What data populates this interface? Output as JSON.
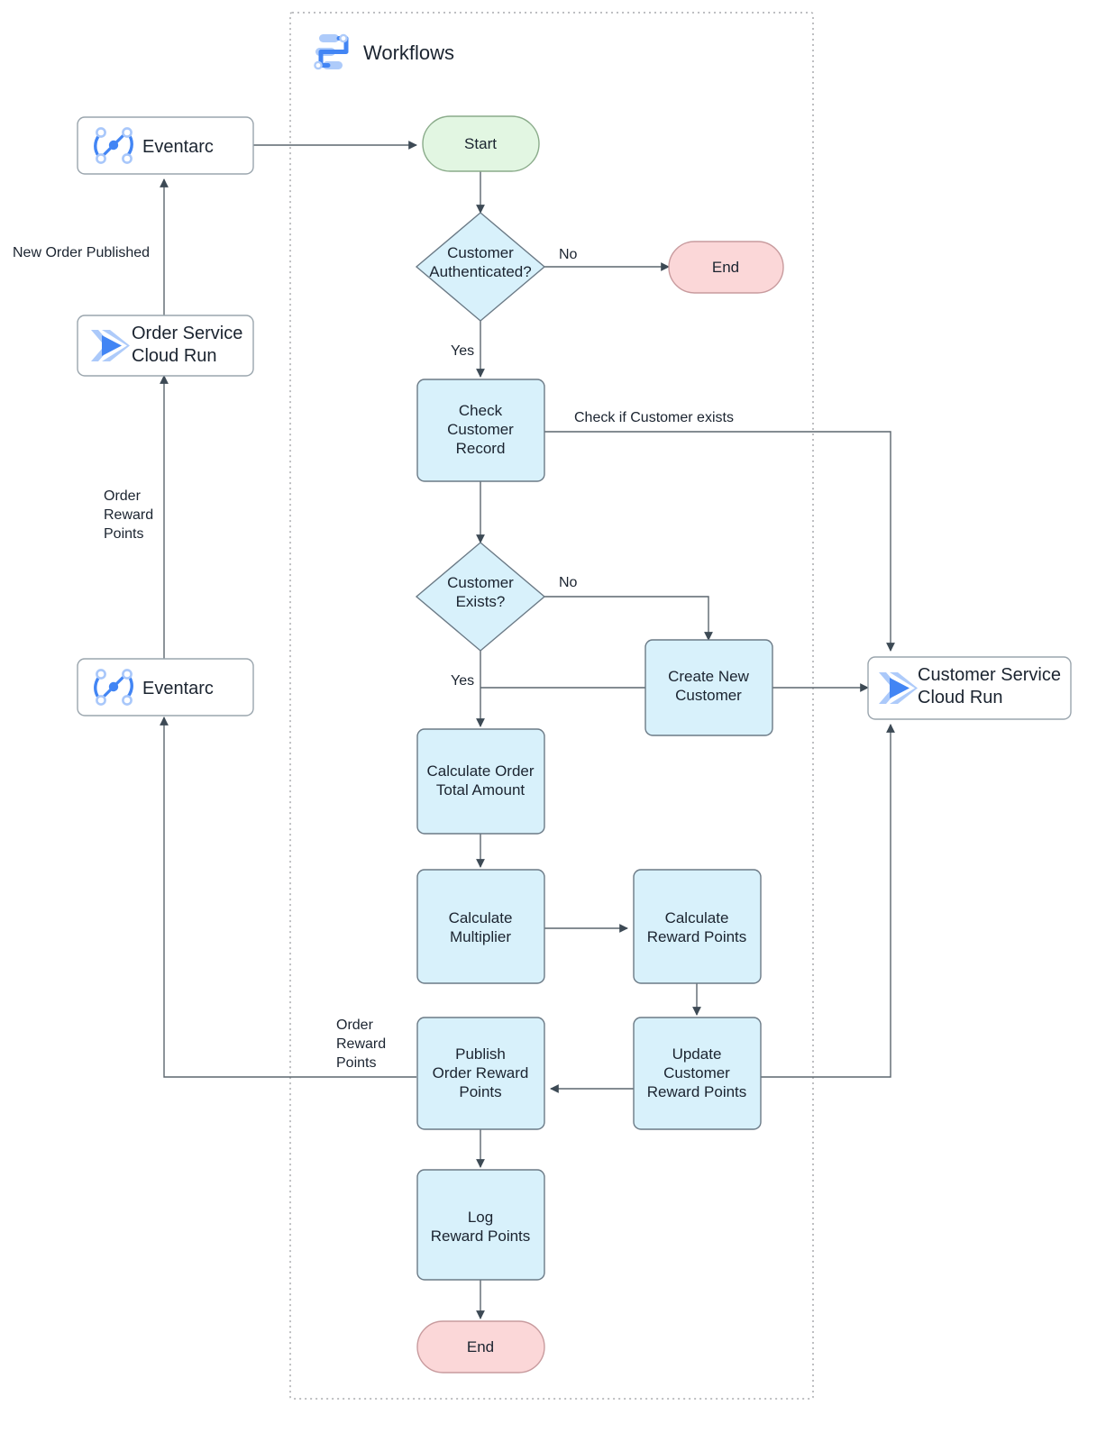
{
  "diagram": {
    "title": "Workflows",
    "container_label": "Workflows",
    "colors": {
      "process_fill": "#d8f1fb",
      "start_fill": "#e2f6e2",
      "end_fill": "#fbd7d8",
      "plain_fill": "#ffffff",
      "edge_stroke": "#5c666e",
      "container_stroke": "#a8aaad",
      "gcp_blue": "#4285f4",
      "gcp_blue_light": "#a8c7fa"
    },
    "external_nodes": [
      {
        "id": "eventarc-top",
        "label": "Eventarc",
        "icon": "eventarc-icon",
        "type": "gcp-service"
      },
      {
        "id": "order-service",
        "label": "Order Service\nCloud Run",
        "line1": "Order Service",
        "line2": "Cloud Run",
        "icon": "cloud-run-icon",
        "type": "gcp-service"
      },
      {
        "id": "eventarc-bottom",
        "label": "Eventarc",
        "icon": "eventarc-icon",
        "type": "gcp-service"
      },
      {
        "id": "customer-service",
        "label": "Customer Service\nCloud Run",
        "line1": "Customer Service",
        "line2": "Cloud Run",
        "icon": "cloud-run-icon",
        "type": "gcp-service"
      }
    ],
    "nodes": [
      {
        "id": "start",
        "shape": "stadium",
        "lines": [
          "Start"
        ]
      },
      {
        "id": "customer-auth",
        "shape": "diamond",
        "lines": [
          "Customer",
          "Authenticated?"
        ]
      },
      {
        "id": "end-top",
        "shape": "stadium",
        "lines": [
          "End"
        ]
      },
      {
        "id": "check-customer",
        "shape": "process",
        "lines": [
          "Check",
          "Customer",
          "Record"
        ]
      },
      {
        "id": "customer-exists",
        "shape": "diamond",
        "lines": [
          "Customer",
          "Exists?"
        ]
      },
      {
        "id": "create-new-customer",
        "shape": "process",
        "lines": [
          "Create New",
          "Customer"
        ]
      },
      {
        "id": "calc-order-total",
        "shape": "process",
        "lines": [
          "Calculate Order",
          "Total Amount"
        ]
      },
      {
        "id": "calc-multiplier",
        "shape": "process",
        "lines": [
          "Calculate",
          "Multiplier"
        ]
      },
      {
        "id": "calc-reward-points",
        "shape": "process",
        "lines": [
          "Calculate",
          "Reward Points"
        ]
      },
      {
        "id": "update-customer-rp",
        "shape": "process",
        "lines": [
          "Update",
          "Customer",
          "Reward Points"
        ]
      },
      {
        "id": "publish-order-rp",
        "shape": "process",
        "lines": [
          "Publish",
          "Order Reward",
          "Points"
        ]
      },
      {
        "id": "log-reward-points",
        "shape": "process",
        "lines": [
          "Log",
          "Reward Points"
        ]
      },
      {
        "id": "end-bottom",
        "shape": "stadium",
        "lines": [
          "End"
        ]
      }
    ],
    "edge_labels": {
      "new_order_published": "New Order Published",
      "order_reward_points_upper": [
        "Order",
        "Reward",
        "Points"
      ],
      "order_reward_points_lower": [
        "Order",
        "Reward",
        "Points"
      ],
      "auth_no": "No",
      "auth_yes": "Yes",
      "exists_no": "No",
      "exists_yes": "Yes",
      "check_if_customer_exists": "Check if Customer exists"
    },
    "node_text": {
      "start": "Start",
      "end_top": "End",
      "end_bottom": "End",
      "customer_auth_l1": "Customer",
      "customer_auth_l2": "Authenticated?",
      "check_customer_l1": "Check",
      "check_customer_l2": "Customer",
      "check_customer_l3": "Record",
      "customer_exists_l1": "Customer",
      "customer_exists_l2": "Exists?",
      "create_new_l1": "Create New",
      "create_new_l2": "Customer",
      "calc_order_l1": "Calculate Order",
      "calc_order_l2": "Total Amount",
      "calc_mult_l1": "Calculate",
      "calc_mult_l2": "Multiplier",
      "calc_rp_l1": "Calculate",
      "calc_rp_l2": "Reward Points",
      "update_rp_l1": "Update",
      "update_rp_l2": "Customer",
      "update_rp_l3": "Reward Points",
      "publish_rp_l1": "Publish",
      "publish_rp_l2": "Order Reward",
      "publish_rp_l3": "Points",
      "log_rp_l1": "Log",
      "log_rp_l2": "Reward Points",
      "eventarc_top": "Eventarc",
      "eventarc_bottom": "Eventarc",
      "order_service_l1": "Order Service",
      "order_service_l2": "Cloud Run",
      "customer_service_l1": "Customer Service",
      "customer_service_l2": "Cloud Run"
    },
    "edge_label_parts": {
      "new_order_published": "New Order Published",
      "orp_u1": "Order",
      "orp_u2": "Reward",
      "orp_u3": "Points",
      "orp_l1": "Order",
      "orp_l2": "Reward",
      "orp_l3": "Points",
      "auth_no": "No",
      "auth_yes": "Yes",
      "exists_no": "No",
      "exists_yes": "Yes",
      "check_exists": "Check if Customer exists"
    }
  }
}
